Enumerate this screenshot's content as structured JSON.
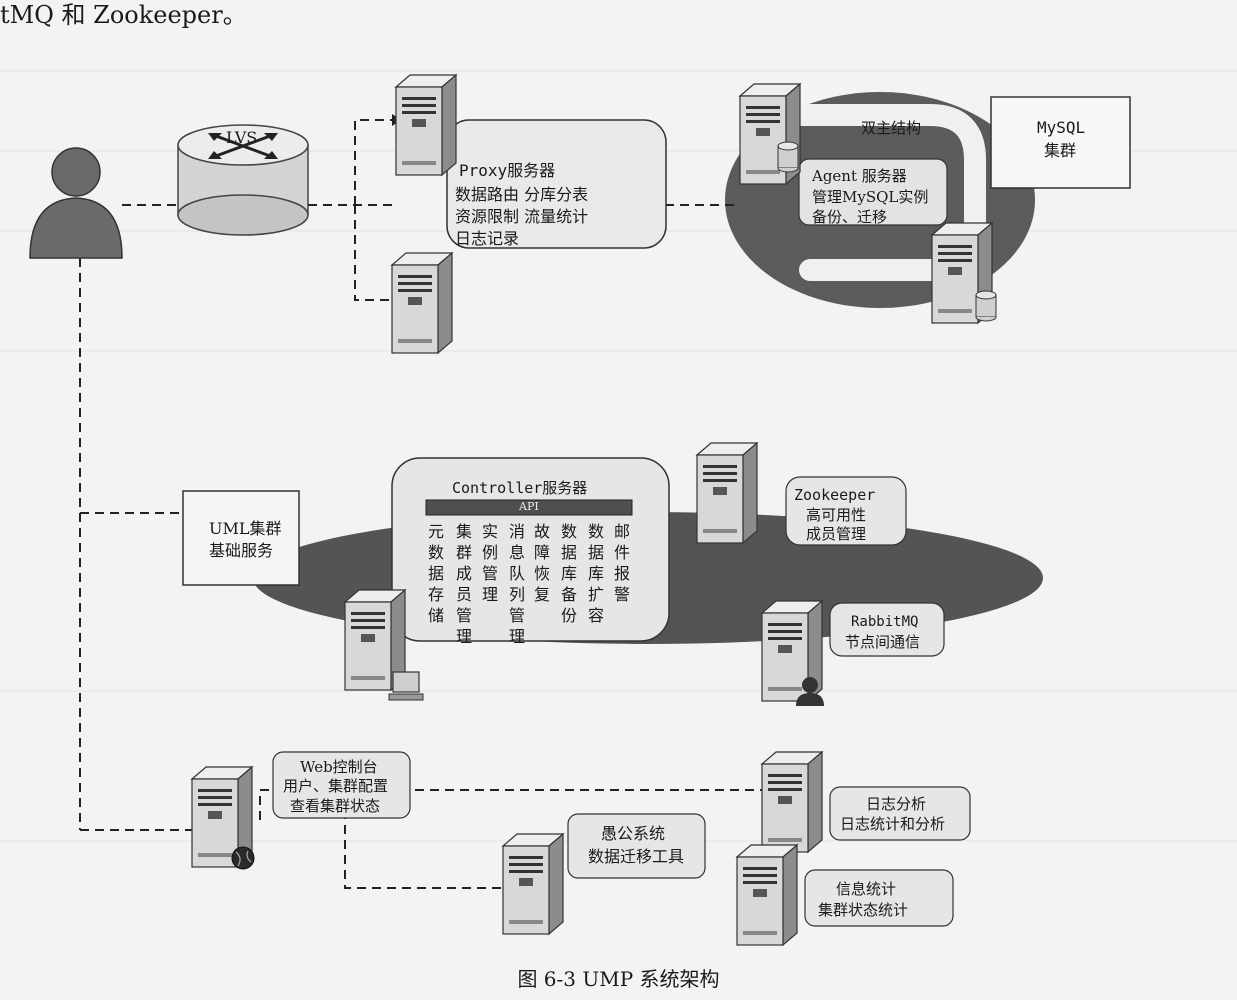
{
  "page": {
    "top_text": "tMQ 和 Zookeeper。"
  },
  "figure": {
    "caption": "图 6-3  UMP 系统架构",
    "lvs": {
      "label": "LVS"
    },
    "proxy": {
      "title": "Proxy服务器",
      "line1": "数据路由  分库分表",
      "line2": "资源限制  流量统计",
      "line3": "日志记录"
    },
    "mysql": {
      "title": "MySQL",
      "title2": "集群",
      "master_slave": "双主结构",
      "agent_title": "Agent 服务器",
      "agent_line1": "管理MySQL实例",
      "agent_line2": "备份、迁移"
    },
    "uml": {
      "line1": "UML集群",
      "line2": "基础服务"
    },
    "controller": {
      "title": "Controller服务器",
      "api": "API",
      "columns": [
        [
          "元",
          "数",
          "据",
          "存",
          "储"
        ],
        [
          "集",
          "群",
          "成",
          "员",
          "管",
          "理"
        ],
        [
          "实",
          "例",
          "管",
          "理"
        ],
        [
          "消",
          "息",
          "队",
          "列",
          "管",
          "理"
        ],
        [
          "故",
          "障",
          "恢",
          "复"
        ],
        [
          "数",
          "据",
          "库",
          "备",
          "份"
        ],
        [
          "数",
          "据",
          "库",
          "扩",
          "容"
        ],
        [
          "邮",
          "件",
          "报",
          "警"
        ]
      ]
    },
    "zookeeper": {
      "title": "Zookeeper",
      "line1": "高可用性",
      "line2": "成员管理"
    },
    "rabbitmq": {
      "title": "RabbitMQ",
      "line1": "节点间通信"
    },
    "web": {
      "title": "Web控制台",
      "line1": "用户、集群配置",
      "line2": "查看集群状态"
    },
    "migration": {
      "line1": "愚公系统",
      "line2": "数据迁移工具"
    },
    "log": {
      "line1": "日志分析",
      "line2": "日志统计和分析"
    },
    "stats": {
      "line1": "信息统计",
      "line2": "集群状态统计"
    }
  }
}
